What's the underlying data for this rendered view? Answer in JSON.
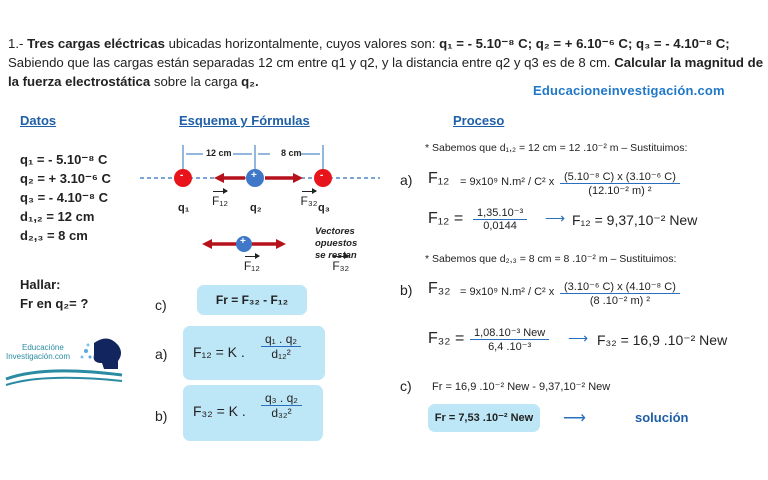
{
  "problem": {
    "number": "1.-",
    "bold1": "Tres cargas eléctricas",
    "text1": " ubicadas horizontalmente, cuyos valores son: ",
    "charges_bold": "q₁ = - 5.10⁻⁸ C; q₂ = + 6.10⁻⁶ C; q₃ = - 4.10⁻⁸ C;",
    "text2": "Sabiendo que las cargas están separadas 12 cm entre q1 y q2, y la distancia entre q2 y q3 es de 8 cm. ",
    "bold2": "Calcular la magnitud de la fuerza electrostática",
    "text3": " sobre la carga ",
    "bold3": "q₂."
  },
  "site": "Educacioneinvestigación.com",
  "sections": {
    "datos": "Datos",
    "esquema": "Esquema y Fórmulas",
    "proceso": "Proceso"
  },
  "datos": [
    "q₁ = - 5.10⁻⁸ C",
    "q₂ = + 3.10⁻⁶ C",
    "q₃ = - 4.10⁻⁸ C",
    "d₁,₂ = 12 cm",
    "d₂,₃ = 8 cm"
  ],
  "hallar": {
    "label": "Hallar:",
    "question": "Fr en q₂= ?"
  },
  "logo": {
    "line1": "Educacióne",
    "line2": "Investigación.com"
  },
  "diagram": {
    "dist1": "12 cm",
    "dist2": "8 cm",
    "signs": [
      "-",
      "+",
      "-"
    ],
    "charges": [
      "q₁",
      "q₂",
      "q₃"
    ],
    "forces": [
      "F₁₂",
      "F₃₂"
    ],
    "note": [
      "Vectores",
      "opuestos",
      "se restan"
    ],
    "colors": {
      "negative": "#e8141c",
      "positive": "#3f77c9",
      "force": "#b5121b",
      "axis": "#2a6fbd"
    }
  },
  "formulas": {
    "c": {
      "label": "c)",
      "expr": "Fr = F₃₂ - F₁₂"
    },
    "a": {
      "label": "a)",
      "lhs": "F₁₂ = K .",
      "num": "q₁ . q₂",
      "den": "d₁₂²"
    },
    "b": {
      "label": "b)",
      "lhs": "F₃₂ = K .",
      "num": "q₃ . q₂",
      "den": "d₃₂²"
    }
  },
  "proceso": {
    "note1": "* Sabemos que d₁,₂ = 12 cm = 12 .10⁻² m – Sustituimos:",
    "a": {
      "label": "a)",
      "lhs": "F₁₂",
      "k": "= 9x10⁹ N.m² / C² x",
      "num": "(5.10⁻⁸ C) x (3.10⁻⁶ C)",
      "den": "(12.10⁻² m) ²",
      "lhs2": "F₁₂ =",
      "num2": "1,35.10⁻³",
      "den2": "0,0144",
      "result": "F₁₂ = 9,37,10⁻² New"
    },
    "note2": "* Sabemos que d₂,₃ = 8 cm = 8 .10⁻² m – Sustituimos:",
    "b": {
      "label": "b)",
      "lhs": "F₃₂",
      "k": "= 9x10⁹ N.m² / C² x",
      "num": "(3.10⁻⁶ C) x (4.10⁻⁸ C)",
      "den": "(8 .10⁻² m) ²",
      "lhs2": "F₃₂ =",
      "num2": "1,08.10⁻³ New",
      "den2": "6,4 .10⁻³",
      "result": "F₃₂ = 16,9 .10⁻² New"
    },
    "c": {
      "label": "c)",
      "expr": "Fr = 16,9 .10⁻² New - 9,37,10⁻² New",
      "final": "Fr = 7,53 .10⁻² New",
      "solution": "solución"
    }
  }
}
